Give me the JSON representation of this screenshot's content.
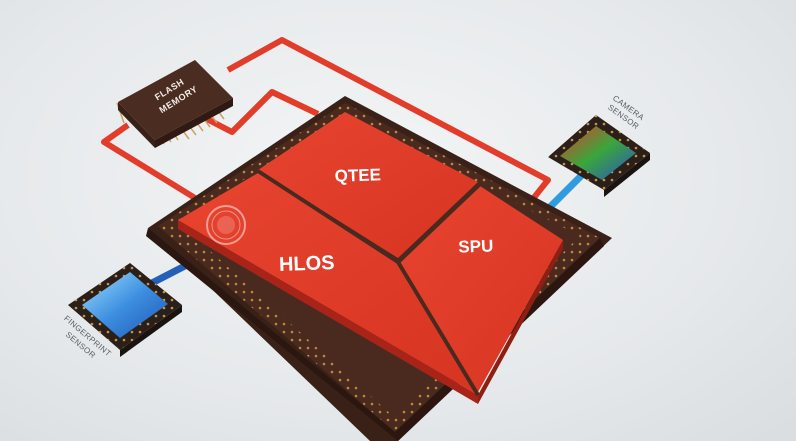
{
  "diagram": {
    "regions": {
      "qtee": "QTEE",
      "spu": "SPU",
      "hlos": "HLOS"
    },
    "flash_memory": {
      "line1": "FLASH",
      "line2": "MEMORY"
    },
    "camera_sensor": {
      "line1": "CAMERA",
      "line2": "SENSOR"
    },
    "fingerprint_sensor": {
      "line1": "FINGERPRINT",
      "line2": "SENSOR"
    },
    "colors": {
      "soc_red": "#e13a28",
      "package_brown": "#4a2a1f",
      "wire_red": "#e23c2a",
      "camera_link": "#2f9be0",
      "fingerprint_link": "#2460b8"
    }
  }
}
